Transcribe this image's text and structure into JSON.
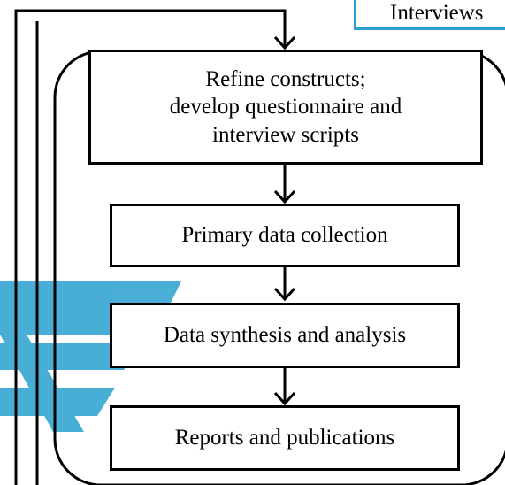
{
  "diagram": {
    "top_right_box": "Interviews",
    "boxes": [
      {
        "id": "refine",
        "lines": [
          "Refine constructs;",
          "develop questionnaire and",
          "interview scripts"
        ]
      },
      {
        "id": "collection",
        "lines": [
          "Primary data collection"
        ]
      },
      {
        "id": "synthesis",
        "lines": [
          "Data synthesis and analysis"
        ]
      },
      {
        "id": "reports",
        "lines": [
          "Reports and publications"
        ]
      }
    ],
    "colors": {
      "stroke": "#000000",
      "partial_box_border": "#2aa0d0",
      "watermark": "#2aa0d0"
    }
  }
}
